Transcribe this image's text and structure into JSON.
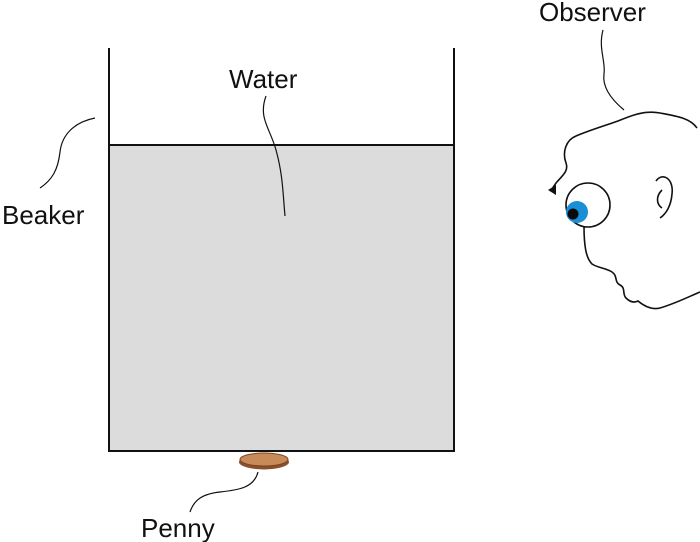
{
  "labels": {
    "observer": "Observer",
    "water": "Water",
    "beaker": "Beaker",
    "penny": "Penny"
  },
  "colors": {
    "water_fill": "#dcdcdc",
    "outline": "#111111",
    "penny_fill": "#c98a5a",
    "penny_edge": "#8a4f2a",
    "iris": "#1a8fd6",
    "pupil": "#0a0a0a"
  },
  "icons": {
    "observer_figure": "cartoon-head-icon",
    "coin": "penny-icon"
  }
}
